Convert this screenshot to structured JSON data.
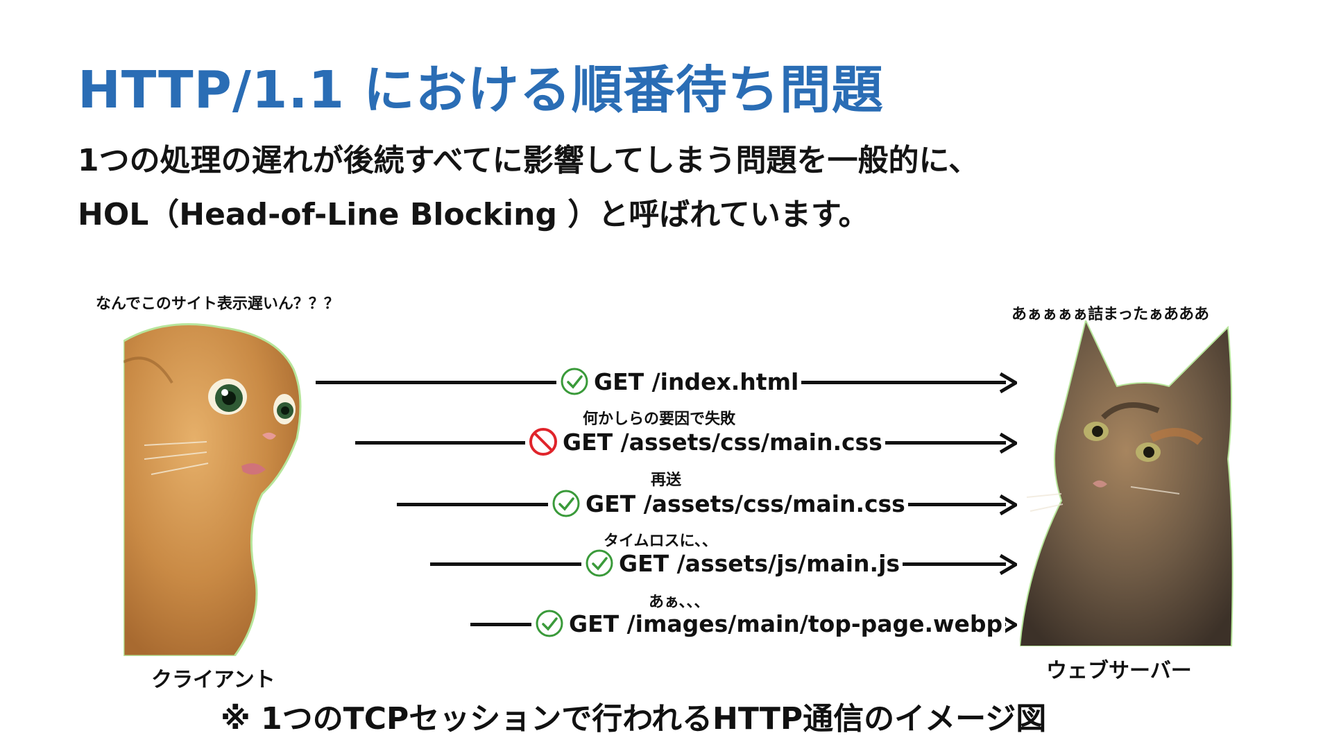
{
  "title": "HTTP/1.1 における順番待ち問題",
  "subtitle": {
    "line1": "1つの処理の遅れが後続すべてに影響してしまう問題を一般的に、",
    "line2": "HOL（Head-of-Line Blocking ）と呼ばれています。"
  },
  "client": {
    "speech": "なんでこのサイト表示遅いん？？？",
    "label": "クライアント"
  },
  "server": {
    "speech": "あぁぁぁぁ詰まったぁあああ",
    "label": "ウェブサーバー"
  },
  "requests": [
    {
      "text": "GET /index.html",
      "status": "success",
      "icon": "check-circle-icon",
      "note": ""
    },
    {
      "text": "GET /assets/css/main.css",
      "status": "failed",
      "icon": "prohibited-icon",
      "note": "何かしらの要因で失敗"
    },
    {
      "text": "GET /assets/css/main.css",
      "status": "success",
      "icon": "check-circle-icon",
      "note": "再送"
    },
    {
      "text": "GET /assets/js/main.js",
      "status": "success",
      "icon": "check-circle-icon",
      "note": "タイムロスに、、"
    },
    {
      "text": "GET /images/main/top-page.webp",
      "status": "success",
      "icon": "check-circle-icon",
      "note": "あぁ、、、"
    }
  ],
  "caption": "※ 1つのTCPセッションで行われるHTTP通信のイメージ図",
  "colors": {
    "title": "#2a6db5",
    "success": "#3a9a3a",
    "failed": "#e0242b",
    "arrow": "#111111"
  }
}
